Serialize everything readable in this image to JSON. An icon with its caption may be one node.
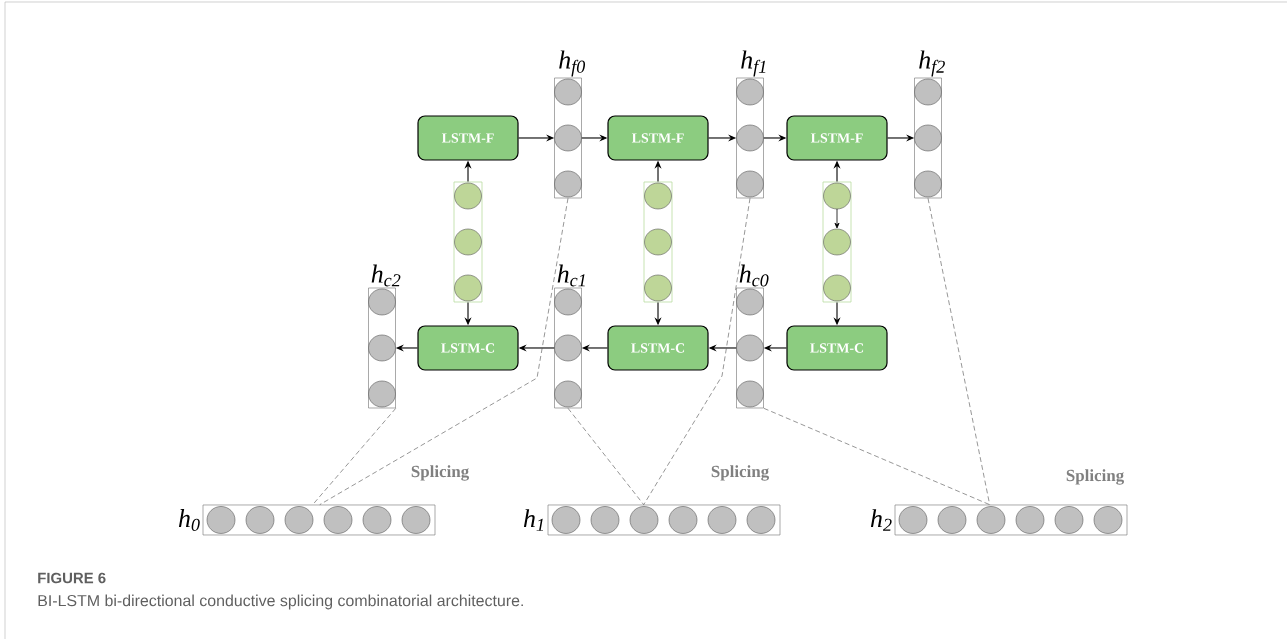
{
  "diagram": {
    "caption": "BI-LSTM bi-directional conductive splicing combinatorial architecture.",
    "nodes": [
      {
        "text": [
          "h$_{f0}$"
        ]
      },
      {
        "text": [
          "h$_{f1}$"
        ]
      },
      {
        "text": [
          "h$_{f2}$"
        ]
      },
      {
        "text": [
          "LSTM-F"
        ]
      },
      {
        "text": [
          "LSTM-F"
        ]
      },
      {
        "text": [
          "LSTM-F"
        ]
      },
      {
        "text": [],
        "shape": "box"
      },
      {
        "text": [],
        "shape": "box"
      },
      {
        "text": [],
        "shape": "box"
      },
      {
        "text": [
          "h$_{c2}$"
        ]
      },
      {
        "text": [
          "h$_{c1}$"
        ]
      },
      {
        "text": [
          "h$_{c0}$"
        ]
      },
      {
        "text": [
          "LSTM-C"
        ]
      },
      {
        "text": [
          "LSTM-C"
        ]
      },
      {
        "text": [
          "LSTM-C"
        ]
      },
      {
        "text": [
          "h$_{0}$"
        ]
      },
      {
        "text": [
          "h$_{1}$"
        ]
      },
      {
        "text": [
          "h$_{2}$"
        ]
      }
    ],
    "edges": [
      {
        "from": 3,
        "to": 0,
        "arrow": "to"
      },
      {
        "from": 0,
        "to": 4,
        "arrow": "to"
      },
      {
        "from": 4,
        "to": 1,
        "arrow": "to"
      },
      {
        "from": 1,
        "to": 5,
        "arrow": "to"
      },
      {
        "from": 5,
        "to": 2,
        "arrow": "to"
      },
      {
        "from": 6,
        "to": 3,
        "arrow": "to"
      },
      {
        "from": 7,
        "to": 4,
        "arrow": "to"
      },
      {
        "from": 8,
        "to": 5,
        "arrow": "to"
      },
      {
        "from": 6,
        "to": 12,
        "arrow": "to"
      },
      {
        "from": 7,
        "to": 13,
        "arrow": "to"
      },
      {
        "from": 8,
        "to": 14,
        "arrow": "to"
      },
      {
        "from": 14,
        "to": 11,
        "arrow": "to"
      },
      {
        "from": 11,
        "to": 13,
        "arrow": "to"
      },
      {
        "from": 13,
        "to": 10,
        "arrow": "to"
      },
      {
        "from": 10,
        "to": 12,
        "arrow": "to"
      },
      {
        "from": 12,
        "to": 9,
        "arrow": "to"
      },
      {
        "from": 0,
        "to": 15,
        "arrow": "none",
        "style": "dashed"
      },
      {
        "from": 9,
        "to": 15,
        "arrow": "none",
        "style": "dashed"
      },
      {
        "from": 1,
        "to": 16,
        "arrow": "none",
        "style": "dashed"
      },
      {
        "from": 10,
        "to": 16,
        "arrow": "none",
        "style": "dashed"
      },
      {
        "from": 2,
        "to": 17,
        "arrow": "none",
        "style": "dashed"
      },
      {
        "from": 11,
        "to": 17,
        "arrow": "none",
        "style": "dashed"
      }
    ],
    "labels": [
      "Splicing",
      "Splicing",
      "Splicing",
      "FIGURE 6"
    ]
  }
}
